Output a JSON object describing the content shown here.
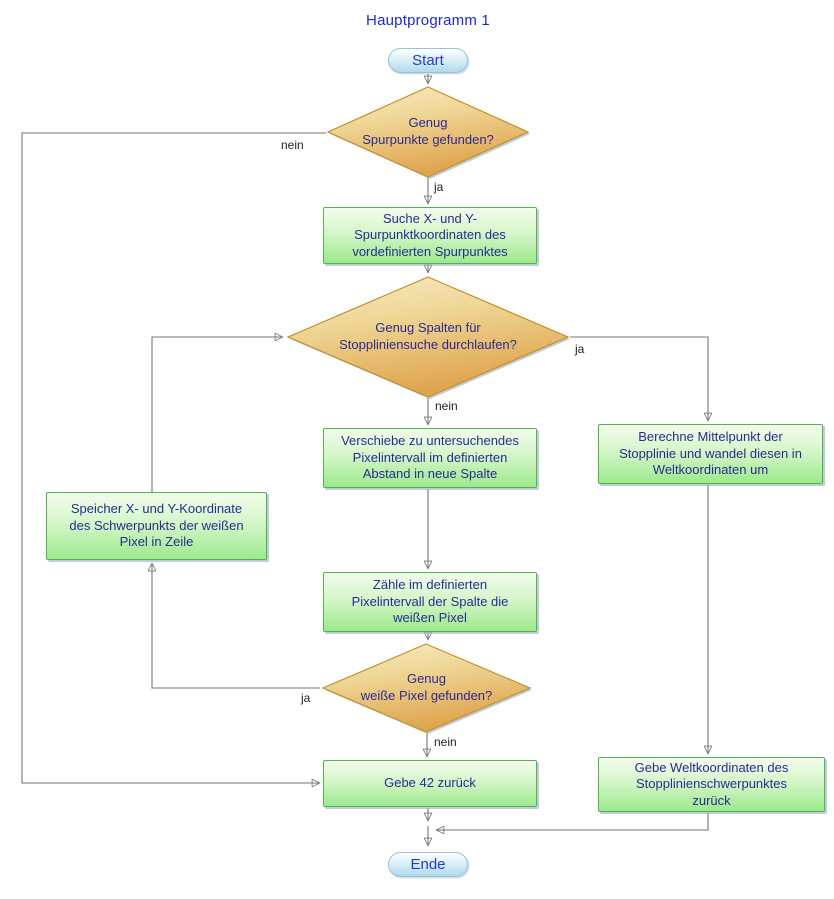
{
  "title": "Hauptprogramm 1",
  "nodes": {
    "start": "Start",
    "decision_spurpunkte": "Genug\nSpurpunkte gefunden?",
    "suche_spurpunkt": "Suche X- und Y-\nSpurpunktkoordinaten des\nvordefinierten Spurpunktes",
    "decision_spalten": "Genug Spalten für\nStoppliniensuche durchlaufen?",
    "verschiebe": "Verschiebe zu untersuchendes\nPixelintervall im definierten\nAbstand in neue Spalte",
    "berechne_mittelpunkt": "Berechne Mittelpunkt der\nStopplinie und wandel diesen in\nWeltkoordinaten um",
    "speicher_koordinate": "Speicher X- und Y-Koordinate\ndes Schwerpunkts der weißen\nPixel in Zeile",
    "zaehle_pixel": "Zähle im definierten\nPixelintervall der Spalte die\nweißen Pixel",
    "decision_weisse_pixel": "Genug\nweiße Pixel gefunden?",
    "gebe_42": "Gebe 42 zurück",
    "gebe_weltkoordinaten": "Gebe Weltkoordinaten des\nStopplinienschwerpunktes\nzurück",
    "ende": "Ende"
  },
  "edge_labels": {
    "d1_nein": "nein",
    "d1_ja": "ja",
    "d2_ja": "ja",
    "d2_nein": "nein",
    "d3_ja": "ja",
    "d3_nein": "nein"
  },
  "colors": {
    "title_text": "#1E2BC3",
    "node_text": "#2B2B92",
    "diamond_fill_top": "#F7EBC8",
    "diamond_fill_bottom": "#DFA44E",
    "diamond_border": "#C1912F",
    "process_fill_top": "#F2FCEC",
    "process_fill_bottom": "#9BEA8C",
    "process_border": "#55B14E",
    "terminal_fill_top": "#FFFFFF",
    "terminal_fill_bottom": "#AFD9EA",
    "terminal_border": "#93C4D8",
    "connector": "#767676",
    "arrowhead": "#111111",
    "edge_label_text": "#222222"
  }
}
